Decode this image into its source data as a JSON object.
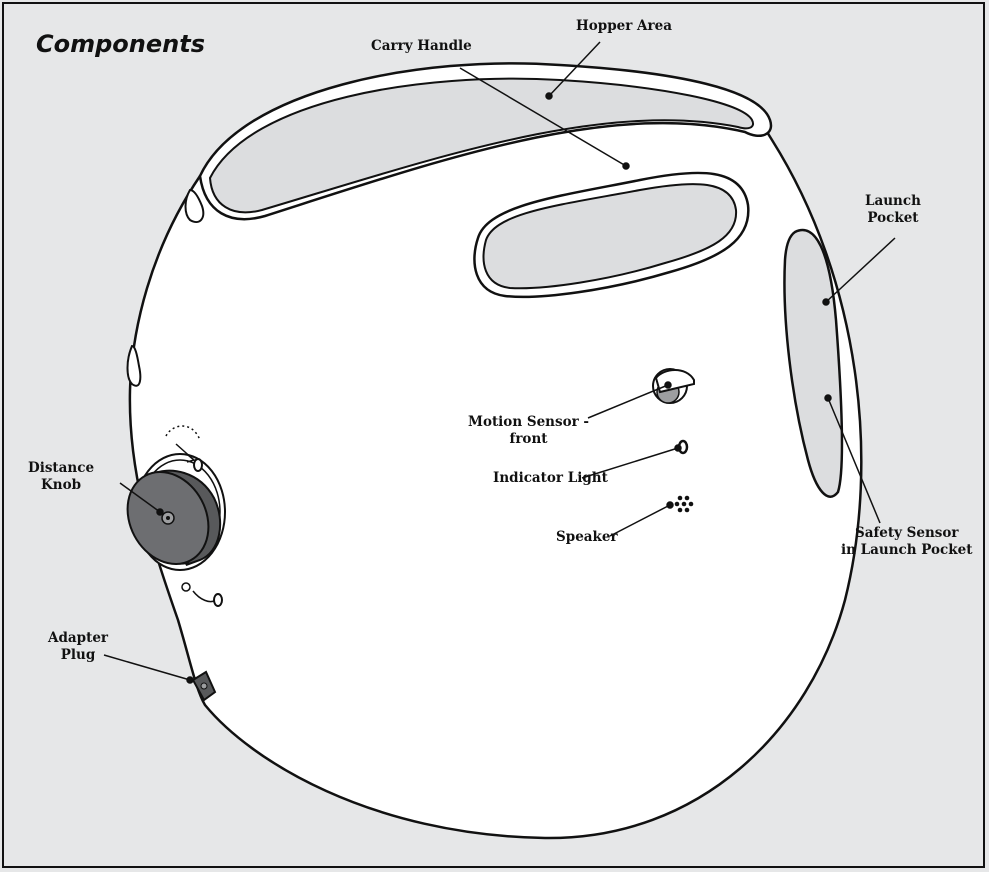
{
  "title": "Components",
  "labels": {
    "hopper_area": "Hopper Area",
    "carry_handle": "Carry Handle",
    "launch_pocket_1": "Launch",
    "launch_pocket_2": "Pocket",
    "motion_sensor_1": "Motion Sensor -",
    "motion_sensor_2": "front",
    "indicator_light": "Indicator Light",
    "speaker": "Speaker",
    "safety_sensor_1": "Safety Sensor",
    "safety_sensor_2": "in Launch Pocket",
    "distance_knob_1": "Distance",
    "distance_knob_2": "Knob",
    "adapter_plug_1": "Adapter",
    "adapter_plug_2": "Plug"
  },
  "colors": {
    "background": "#e6e7e8",
    "body": "#ffffff",
    "recess": "#dcdddf",
    "knob": "#6d6e71",
    "outline": "#111111"
  }
}
